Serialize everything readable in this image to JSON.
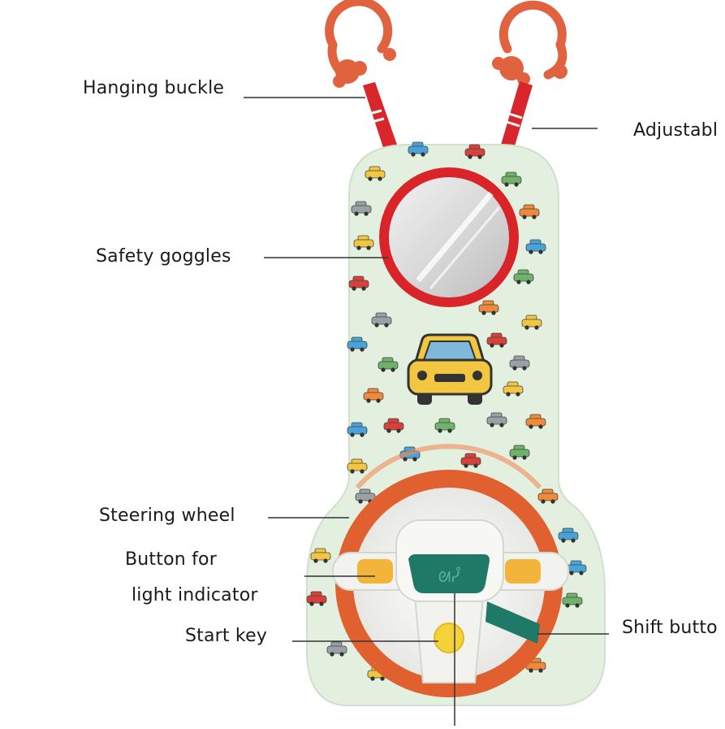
{
  "labels": {
    "hanging_buckle": "Hanging buckle",
    "adjustable": "Adjustabl",
    "safety_goggles": "Safety goggles",
    "steering_wheel": "Steering wheel",
    "light_button_line1": "Button for",
    "light_button_line2": "light indicator",
    "start_key": "Start key",
    "shift_button": "Shift butto"
  },
  "colors": {
    "panel": "#e3f0df",
    "strap_red": "#d8262b",
    "ring_orange": "#e0623e",
    "mirror_frame": "#d9242a",
    "wheel_orange": "#e0602f",
    "wheel_white": "#f2f2ef",
    "button_yellow": "#f3b43c",
    "center_teal": "#1e7a67",
    "start_key_yellow": "#f6d23a",
    "car_yellow": "#f2c640"
  }
}
